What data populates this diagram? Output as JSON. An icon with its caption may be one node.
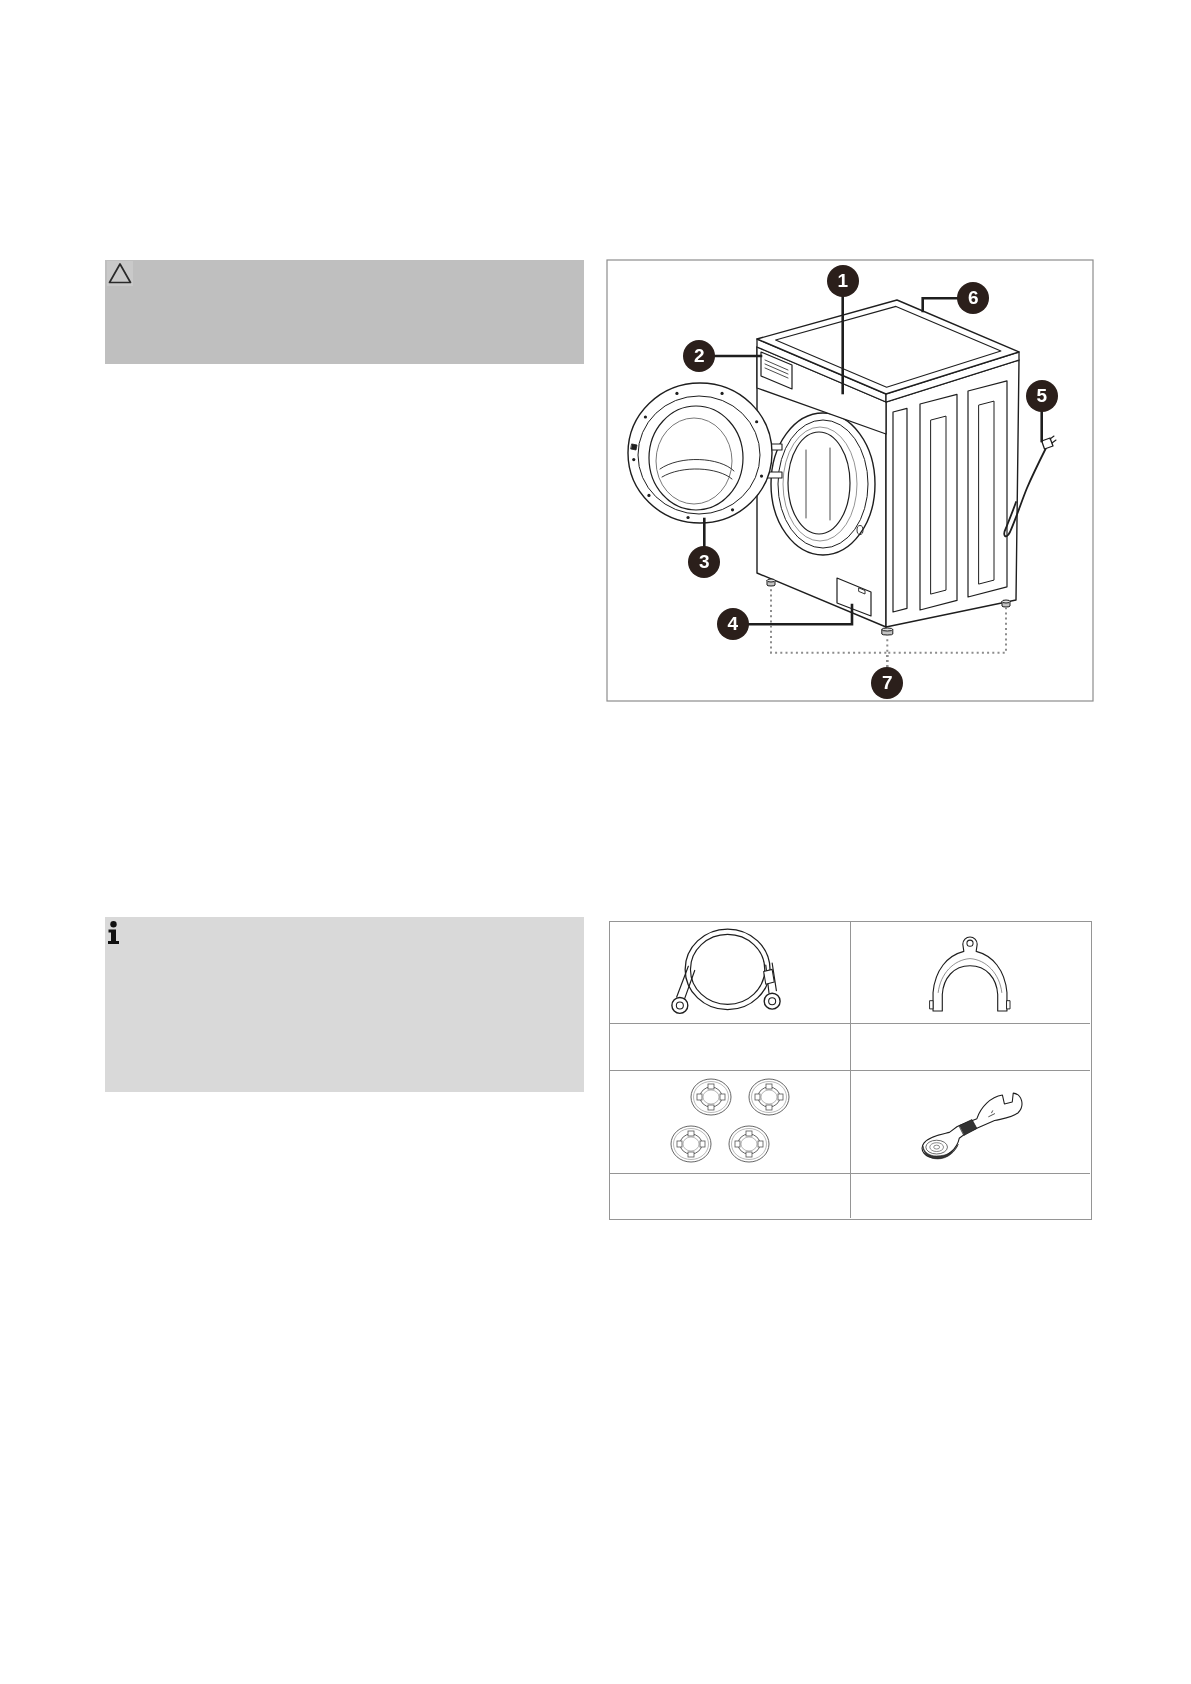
{
  "diagram": {
    "nodes": [
      {
        "text": [
          "1"
        ]
      },
      {
        "text": [
          "2"
        ]
      },
      {
        "text": [
          "3"
        ]
      },
      {
        "text": [
          "4"
        ]
      },
      {
        "text": [
          "5"
        ]
      },
      {
        "text": [
          "6"
        ]
      },
      {
        "text": [
          "7"
        ]
      },
      {
        "text": [],
        "shape": "picture"
      },
      {
        "text": [],
        "shape": "picture",
        "in": 7
      },
      {
        "text": [],
        "shape": "picture"
      },
      {
        "text": [],
        "shape": "picture"
      },
      {
        "text": [],
        "shape": "picture"
      },
      {
        "text": [],
        "shape": "picture"
      },
      {
        "text": [],
        "shape": "picture"
      },
      {
        "text": [],
        "shape": "picture"
      },
      {
        "text": [],
        "shape": "picture"
      }
    ],
    "edges": [
      {
        "from": 0,
        "to": 7,
        "arrow": "none"
      },
      {
        "from": 1,
        "to": 8,
        "arrow": "none"
      },
      {
        "from": 2,
        "to": 9,
        "arrow": "none"
      },
      {
        "from": 3,
        "to": 10,
        "arrow": "none"
      },
      {
        "from": 4,
        "to": 11,
        "arrow": "none"
      },
      {
        "from": 5,
        "to": 12,
        "arrow": "none"
      },
      {
        "from": 6,
        "to": 13,
        "arrow": "none",
        "style": "dashed",
        "color": "#8c8c8c"
      },
      {
        "from": 6,
        "to": 14,
        "arrow": "none",
        "style": "dashed",
        "color": "#8c8c8c"
      },
      {
        "from": 6,
        "to": 15,
        "arrow": "none",
        "style": "dashed",
        "color": "#8c8c8c"
      }
    ]
  }
}
